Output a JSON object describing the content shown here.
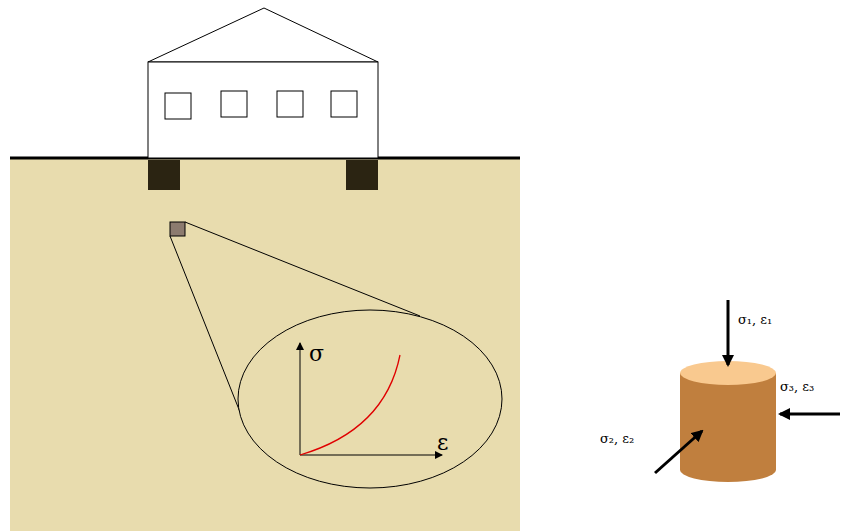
{
  "diagram": {
    "labels": [
      "σ",
      "ε",
      "σ₁, ε₁",
      "σ₃, ε₃",
      "σ₂, ε₂"
    ]
  }
}
